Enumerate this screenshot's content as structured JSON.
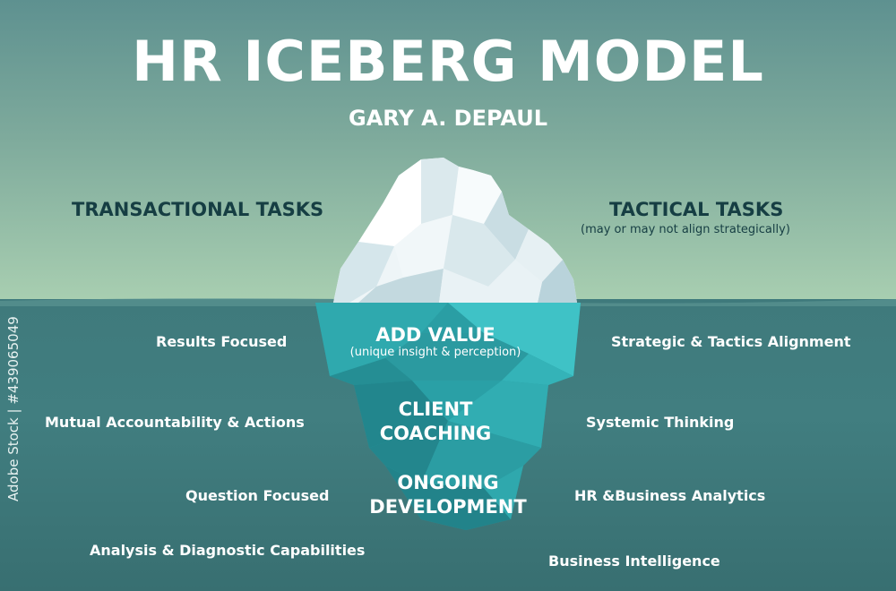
{
  "header": {
    "title": "HR ICEBERG MODEL",
    "subtitle": "GARY A. DEPAUL"
  },
  "above_water": {
    "left_heading": "TRANSACTIONAL TASKS",
    "right_heading": "TACTICAL TASKS",
    "right_note": "(may or may not align strategically)"
  },
  "iceberg_levels": [
    {
      "label": "ADD VALUE",
      "note": "(unique insight & perception)"
    },
    {
      "label_line1": "CLIENT",
      "label_line2": "COACHING"
    },
    {
      "label_line1": "ONGOING",
      "label_line2": "DEVELOPMENT"
    }
  ],
  "left_items": [
    "Results Focused",
    "Mutual Accountability & Actions",
    "Question Focused",
    "Analysis & Diagnostic Capabilities"
  ],
  "right_items": [
    "Strategic & Tactics Alignment",
    "Systemic Thinking",
    "HR &Business  Analytics",
    "Business Intelligence"
  ],
  "stock_id": "Adobe Stock | #439065049",
  "colors": {
    "sky_top": "#5e9190",
    "sky_bottom": "#a9cfb1",
    "sea": "#3f7a7c",
    "heading_dark": "#163e43",
    "ice_tip": "#f3f8f9",
    "ice_underwater": "#37b5bb"
  }
}
